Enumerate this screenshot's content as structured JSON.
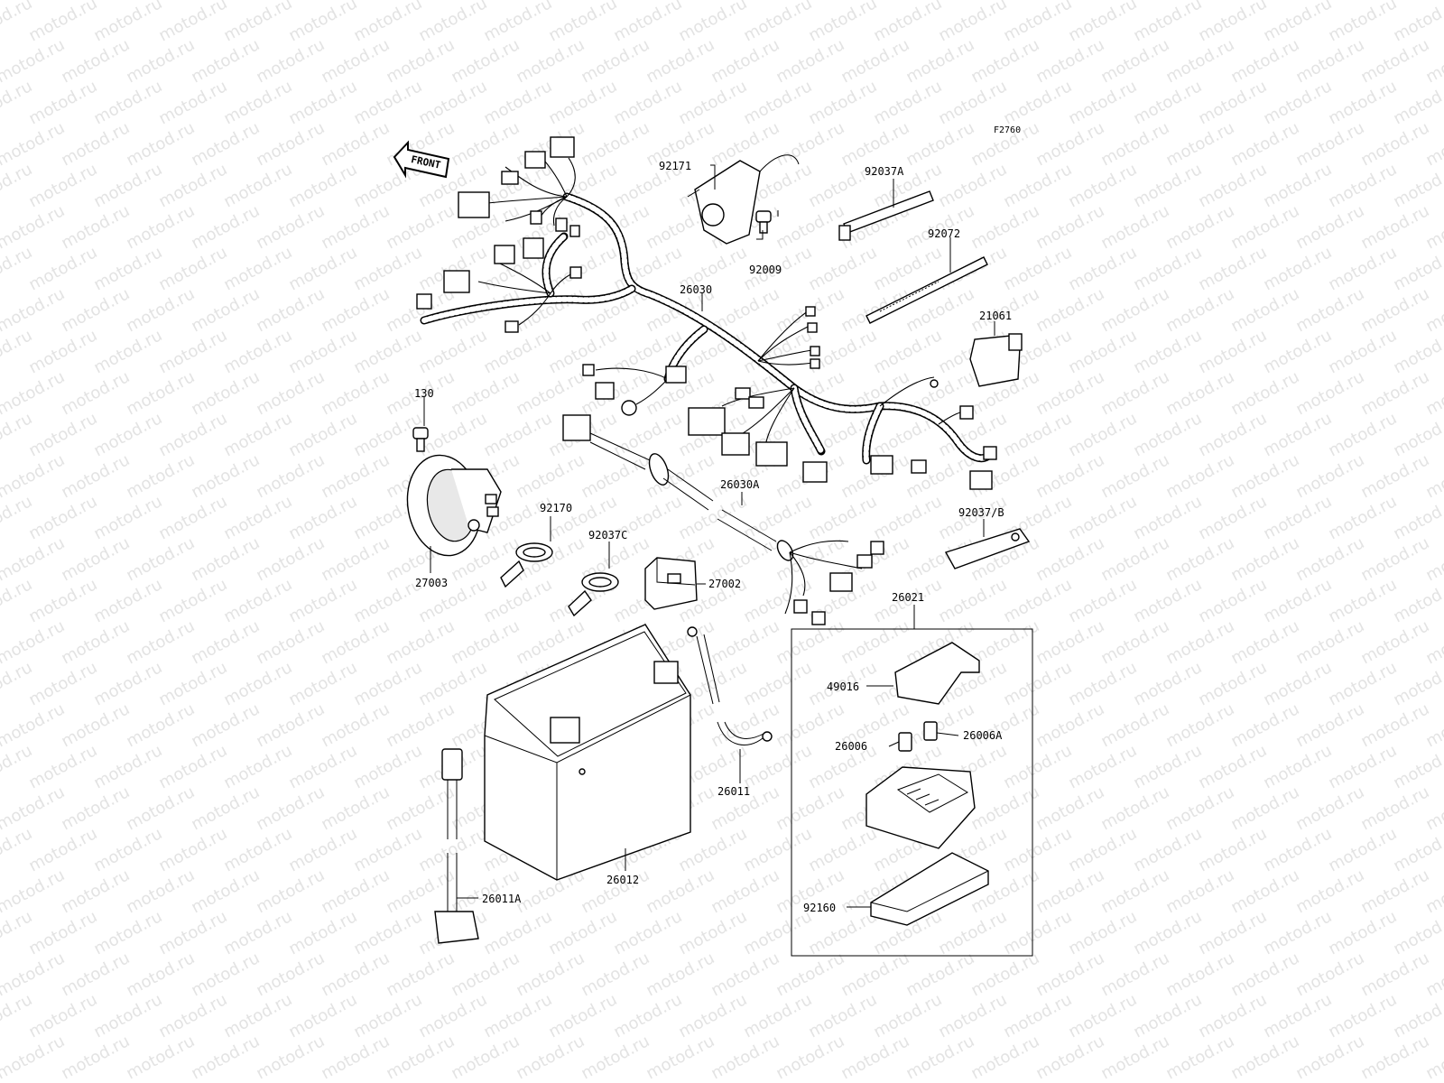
{
  "watermark": {
    "text": "motod.ru"
  },
  "figure_id": "F2760",
  "direction_label": "FRONT",
  "colors": {
    "line": "#000000",
    "watermark": "#e3e3e3",
    "background": "#ffffff"
  },
  "parts": {
    "p92171": "92171",
    "p92037A": "92037A",
    "p92009": "92009",
    "p92072": "92072",
    "p26030": "26030",
    "p21061": "21061",
    "p130": "130",
    "p92170": "92170",
    "p92037C": "92037C",
    "p26030A": "26030A",
    "p92037B": "92037/B",
    "p27003": "27003",
    "p27002": "27002",
    "p26021": "26021",
    "p49016": "49016",
    "p26006": "26006",
    "p26006A": "26006A",
    "p26011": "26011",
    "p26012": "26012",
    "p26011A": "26011A",
    "p92160": "92160"
  }
}
